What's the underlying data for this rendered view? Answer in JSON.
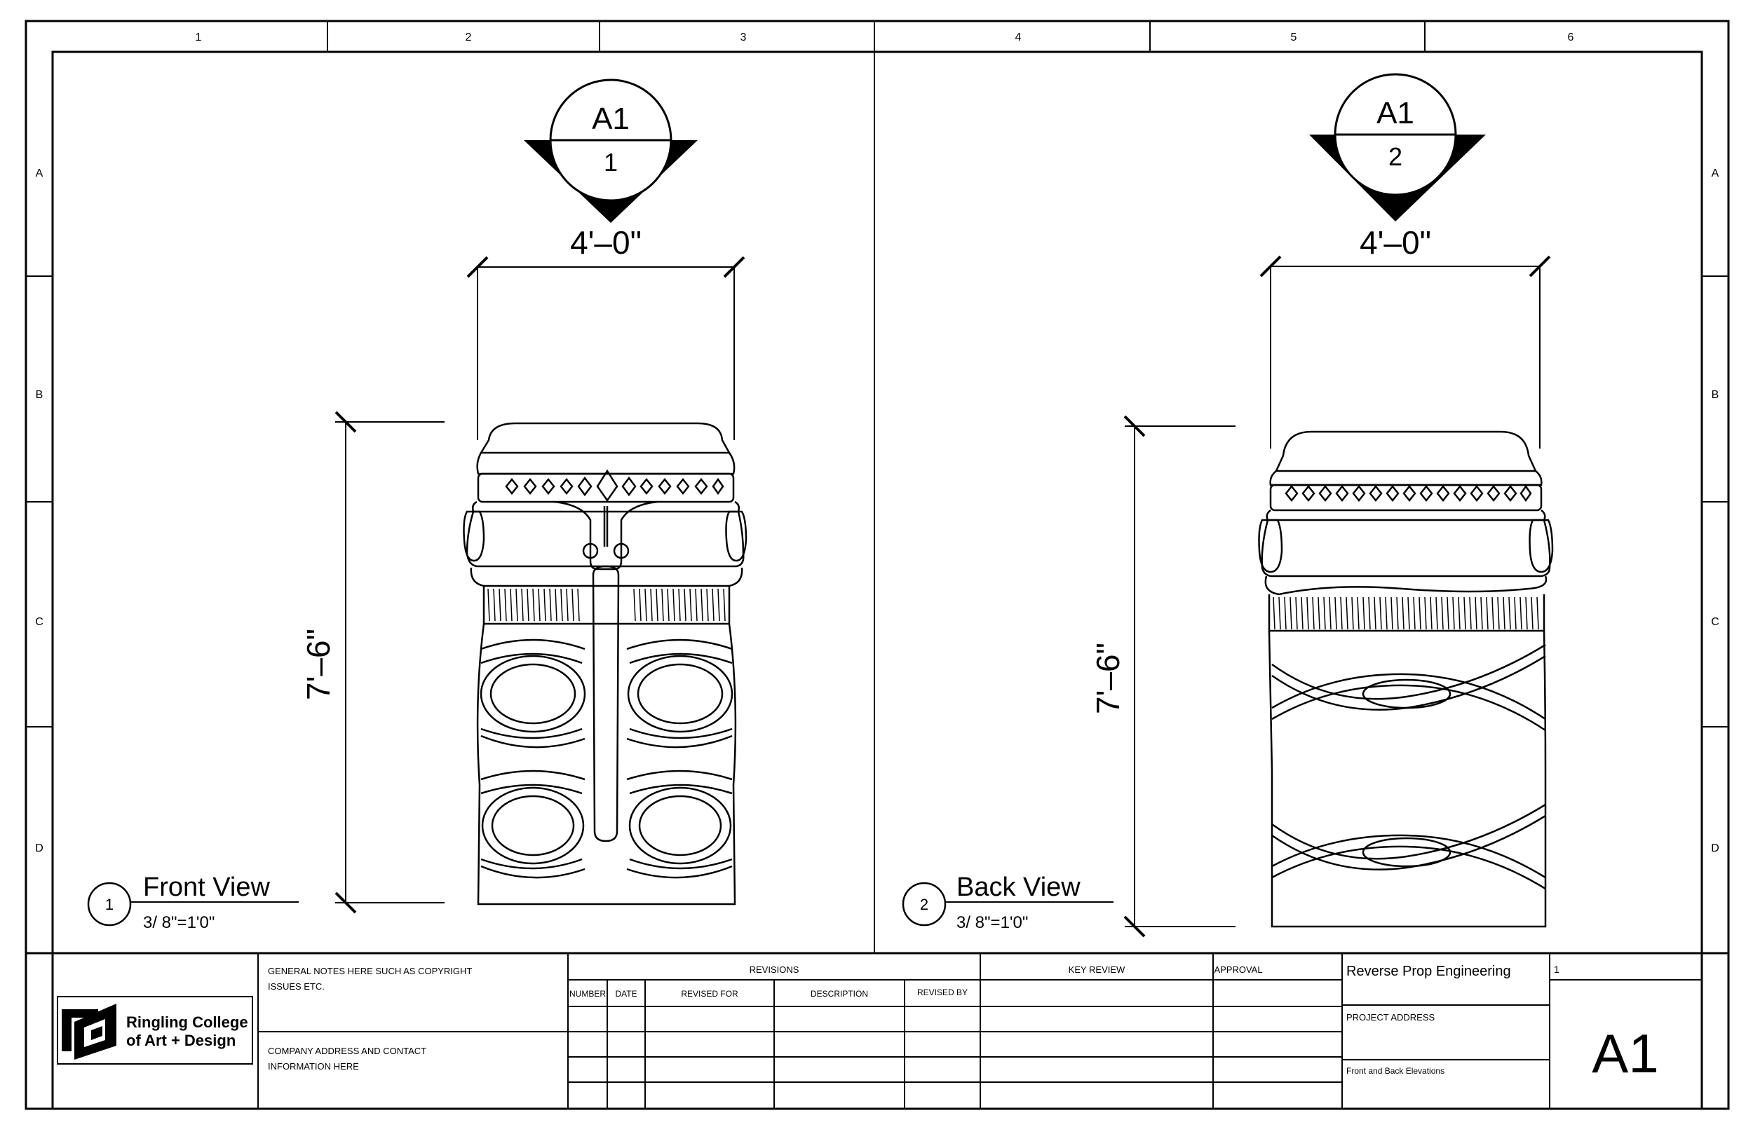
{
  "grid": {
    "columns": [
      "1",
      "2",
      "3",
      "4",
      "5",
      "6"
    ],
    "rows": [
      "A",
      "B",
      "C",
      "D"
    ]
  },
  "views": [
    {
      "section_sheet": "A1",
      "section_number": "1",
      "callout_number": "1",
      "title": "Front View",
      "scale": "3/ 8\"=1'0\"",
      "width_dim": "4'–0\"",
      "height_dim": "7'–6\""
    },
    {
      "section_sheet": "A1",
      "section_number": "2",
      "callout_number": "2",
      "title": "Back View",
      "scale": "3/ 8\"=1'0\"",
      "width_dim": "4'–0\"",
      "height_dim": "7'–6\""
    }
  ],
  "title_block": {
    "logo_line1": "Ringling College",
    "logo_line2": "of Art + Design",
    "notes_line1": "GENERAL NOTES HERE SUCH AS COPYRIGHT",
    "notes_line2": "ISSUES ETC.",
    "address_line1": "COMPANY ADDRESS AND CONTACT",
    "address_line2": "INFORMATION HERE",
    "revisions_header": "REVISIONS",
    "revision_columns": [
      "NUMBER",
      "DATE",
      "REVISED FOR",
      "DESCRIPTION",
      "REVISED BY"
    ],
    "key_review": "KEY REVIEW",
    "approval": "APPROVAL",
    "project_name": "Reverse Prop Engineering",
    "project_address": "PROJECT ADDRESS",
    "drawing_title": "Front and Back Elevations",
    "sheet_index": "1",
    "sheet_number": "A1"
  }
}
